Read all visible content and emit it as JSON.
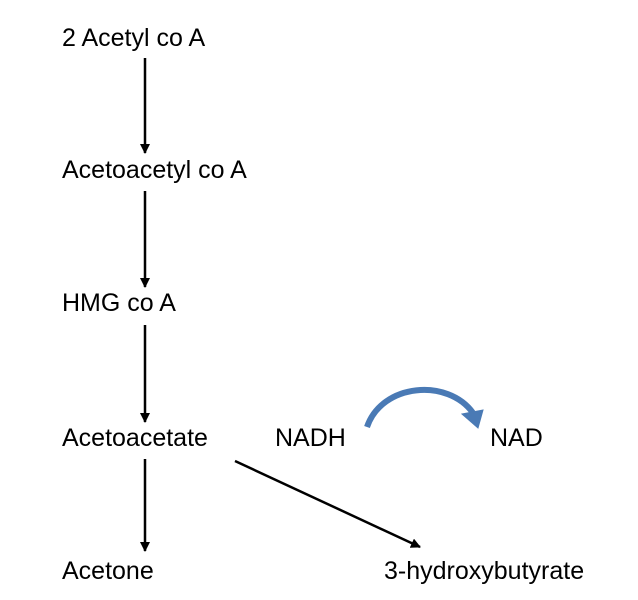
{
  "nodes": {
    "acetyl_coa": "2 Acetyl co A",
    "acetoacetyl_coa": "Acetoacetyl co A",
    "hmg_coa": "HMG co A",
    "acetoacetate": "Acetoacetate",
    "acetone": "Acetone",
    "hydroxybutyrate": "3-hydroxybutyrate"
  },
  "cofactors": {
    "nadh": "NADH",
    "nad": "NAD"
  },
  "colors": {
    "arrow": "#000000",
    "cofactor_arrow": "#4a7ab5"
  }
}
